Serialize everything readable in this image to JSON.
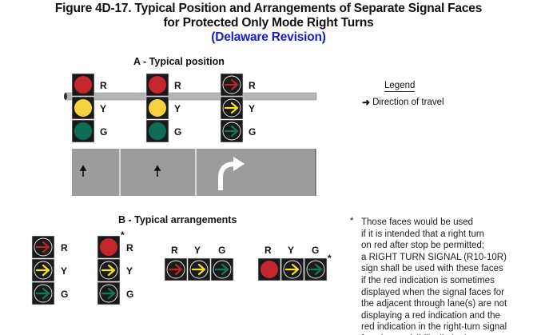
{
  "title": {
    "line1": "Figure 4D-17. Typical Position and Arrangements of Separate Signal Faces",
    "line2": "for Protected Only Mode Right Turns",
    "line3": "(Delaware Revision)"
  },
  "section_a": {
    "heading": "A - Typical position",
    "labels": [
      "R",
      "Y",
      "G"
    ]
  },
  "legend": {
    "heading": "Legend",
    "item": "Direction of travel"
  },
  "section_b": {
    "heading": "B - Typical arrangements",
    "labels": [
      "R",
      "Y",
      "G"
    ],
    "asterisk": "*"
  },
  "note": {
    "marker": "*",
    "lines": [
      "Those faces would be used",
      "if it is intended that a right turn",
      "on red after stop be permitted;",
      "a RIGHT TURN SIGNAL (R10-10R)",
      "sign shall be used with these faces",
      "if the red indication is sometimes",
      "displayed when the signal faces for",
      "the adjacent through lane(s) are not",
      "displaying a red indication and the",
      "red indication in the right-turn signal",
      "face is not visibility limited"
    ]
  },
  "colors": {
    "red": "#c4262b",
    "yellow": "#f7d23e",
    "green": "#0d6e55",
    "arrow_red": "#b3262b",
    "arrow_yellow": "#f2e21b",
    "arrow_green": "#0f7a5a",
    "title_blue": "#1a1ad0",
    "road": "#9c9c9c"
  }
}
